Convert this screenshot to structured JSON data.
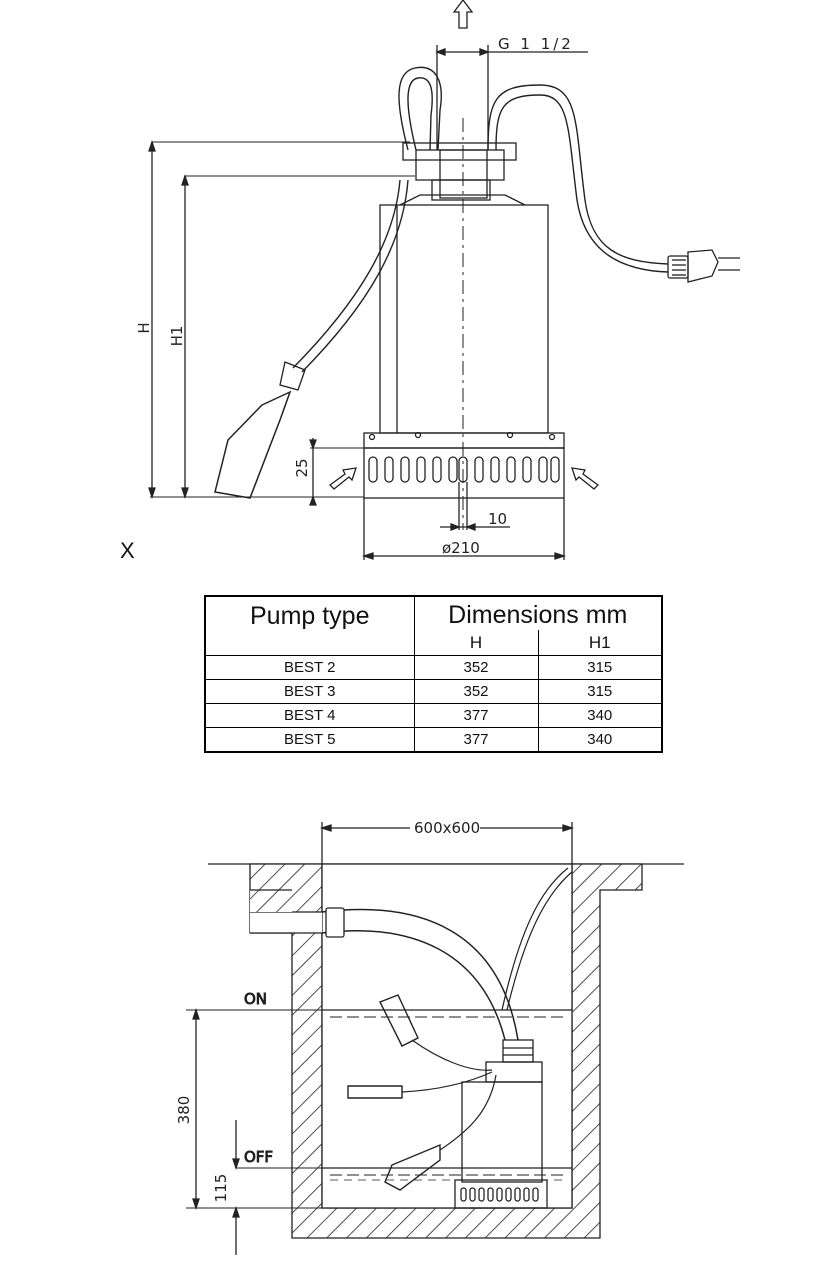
{
  "drawing": {
    "outlet_arrow": "up-arrow-outline",
    "thread_label": "G 1 1/2",
    "height_label": "H",
    "height1_label": "H1",
    "base_height_label": "25",
    "slot_width_label": "10",
    "diameter_label": "ø210",
    "section_label": "X"
  },
  "table": {
    "headers": {
      "pump_type": "Pump type",
      "dimensions": "Dimensions mm",
      "h": "H",
      "h1": "H1"
    },
    "rows": [
      {
        "type": "BEST 2",
        "h": "352",
        "h1": "315"
      },
      {
        "type": "BEST 3",
        "h": "352",
        "h1": "315"
      },
      {
        "type": "BEST 4",
        "h": "377",
        "h1": "340"
      },
      {
        "type": "BEST 5",
        "h": "377",
        "h1": "340"
      }
    ]
  },
  "installation": {
    "pit_size_label": "600x600",
    "on_label": "ON",
    "off_label": "OFF",
    "level_distance_label": "380",
    "min_level_label": "115"
  }
}
